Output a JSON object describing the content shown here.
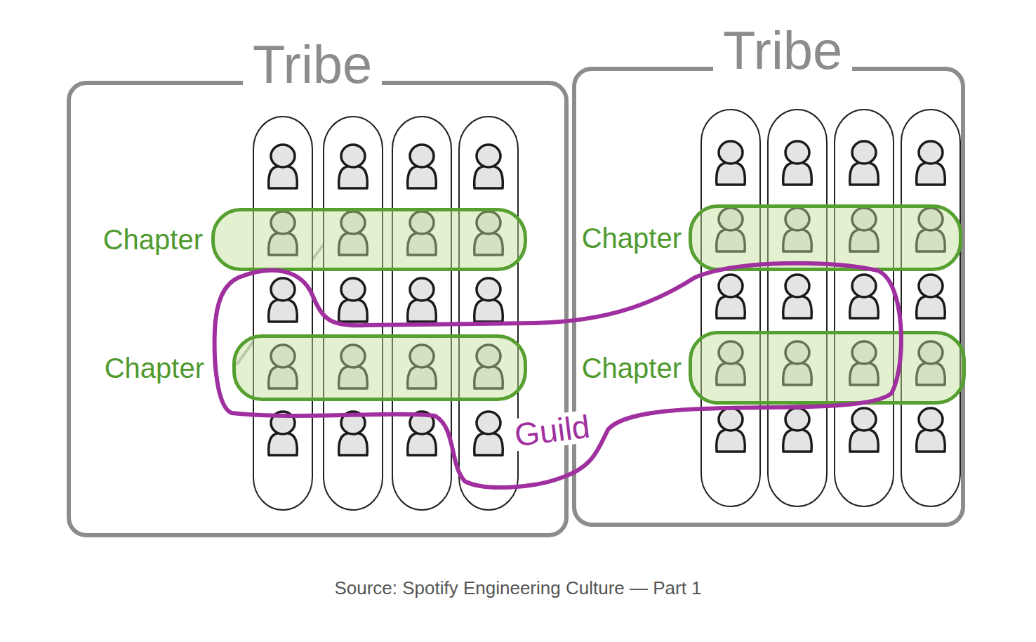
{
  "diagram": {
    "caption": "Source: Spotify Engineering Culture — Part 1",
    "nodes": [
      {
        "text": [
          "Tribe"
        ]
      },
      {
        "text": [
          "Chapter"
        ],
        "in": 0
      },
      {
        "text": [
          "Chapter"
        ],
        "in": 0
      },
      {
        "text": [
          "Tribe"
        ]
      },
      {
        "text": [
          "Chapter"
        ],
        "in": 3
      },
      {
        "text": [
          "Chapter"
        ],
        "in": 3
      },
      {
        "text": [
          "Guild"
        ]
      }
    ]
  }
}
